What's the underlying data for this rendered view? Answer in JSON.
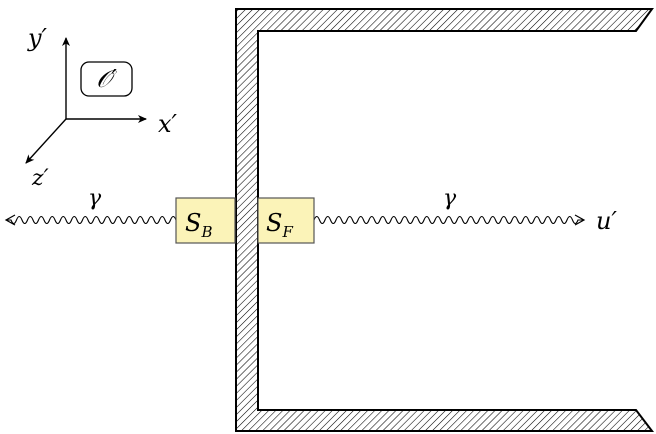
{
  "axes": {
    "y_label": "y′",
    "x_label": "x′",
    "z_label": "z′"
  },
  "frame_label": "𝒪′",
  "sources": {
    "back": {
      "symbol": "S",
      "subscript": "B"
    },
    "front": {
      "symbol": "S",
      "subscript": "F"
    }
  },
  "photon_left_label": "γ",
  "photon_right_label": "γ",
  "velocity_label": "u′",
  "colors": {
    "source_fill": "#fbf3b8",
    "source_stroke": "#555555",
    "ink": "#000000"
  }
}
